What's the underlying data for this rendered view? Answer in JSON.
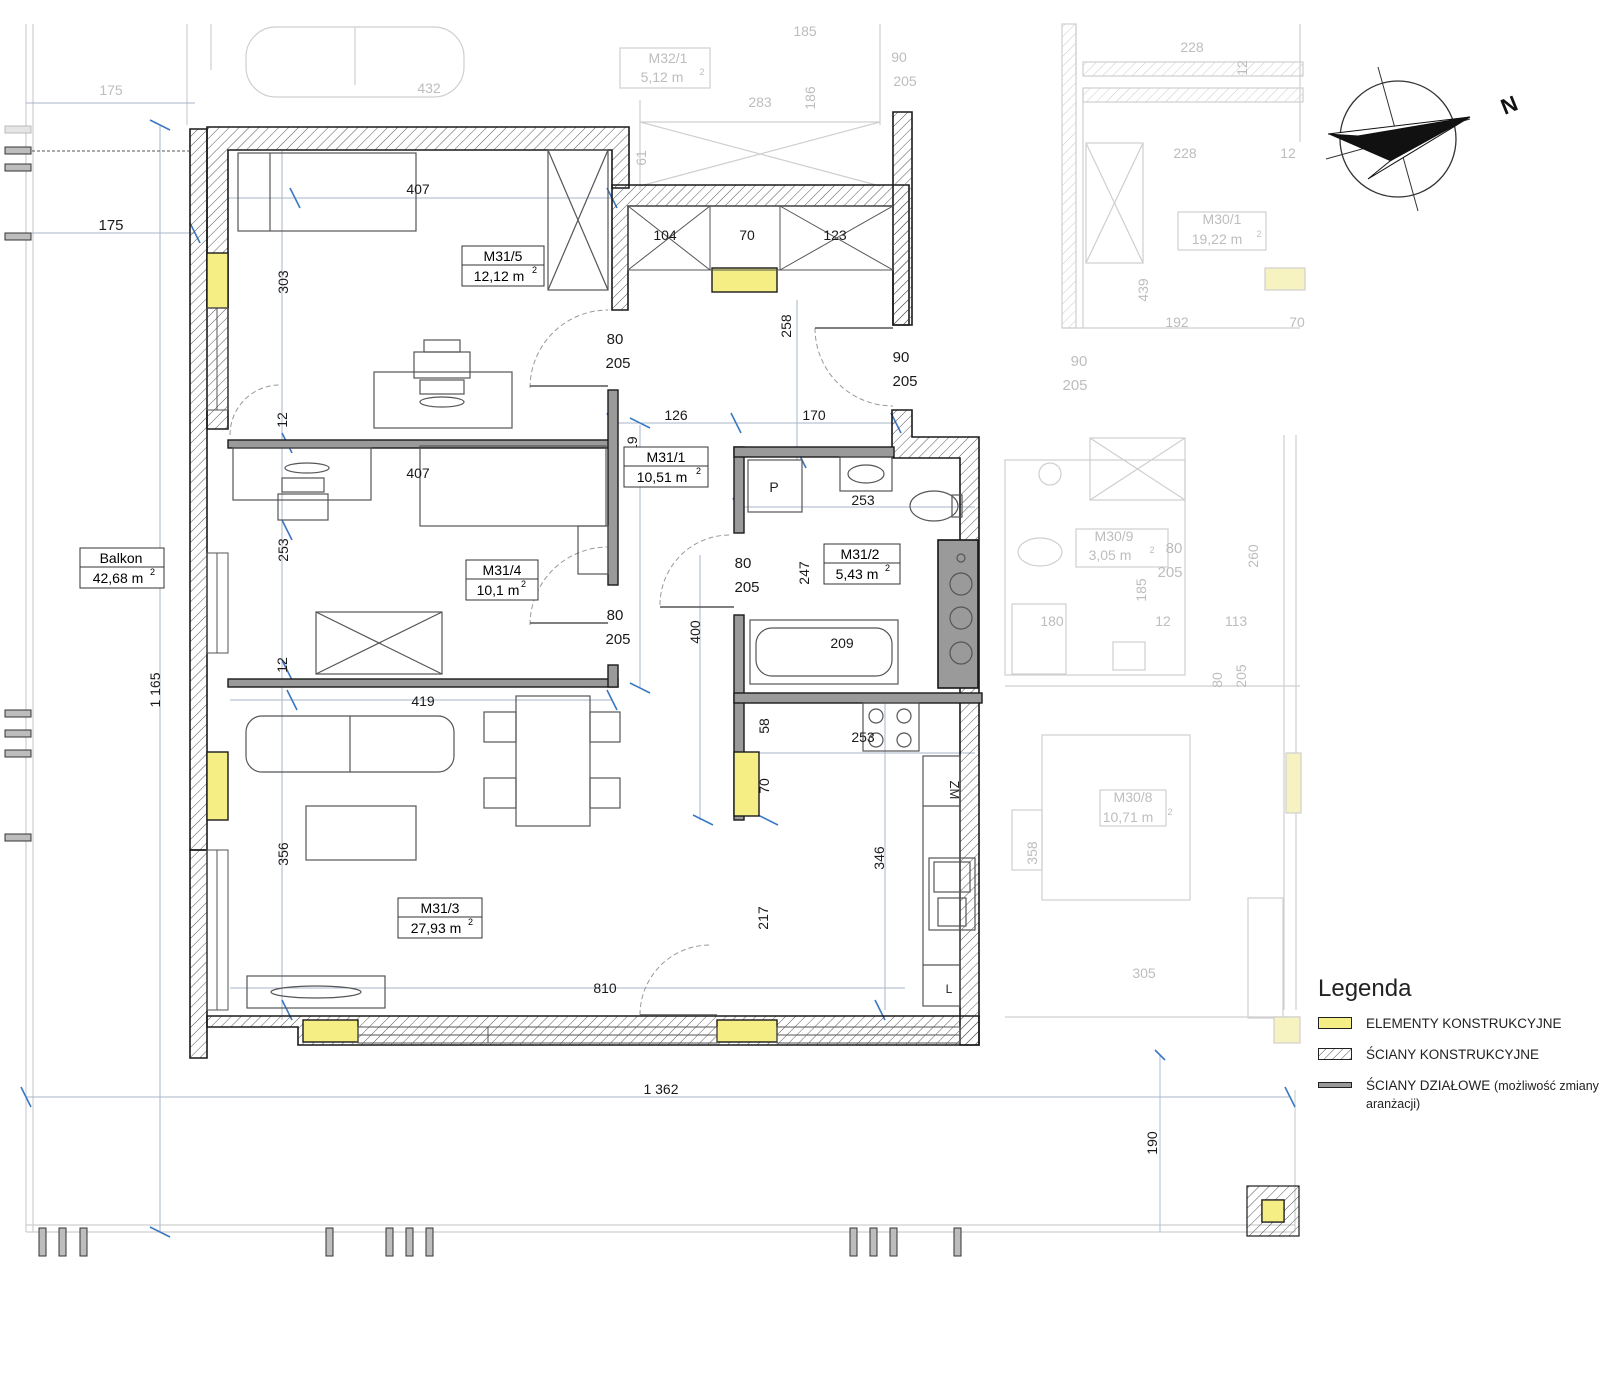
{
  "plan": {
    "north_label": "N",
    "rooms": [
      {
        "id": "M31/1",
        "area": "10,51 m",
        "unit_exp": "2"
      },
      {
        "id": "M31/2",
        "area": "5,43 m",
        "unit_exp": "2"
      },
      {
        "id": "M31/3",
        "area": "27,93 m",
        "unit_exp": "2"
      },
      {
        "id": "M31/4",
        "area": "10,1 m",
        "unit_exp": "2"
      },
      {
        "id": "M31/5",
        "area": "12,12 m",
        "unit_exp": "2"
      },
      {
        "id": "Balkon",
        "area": "42,68 m",
        "unit_exp": "2"
      }
    ],
    "neighbor_rooms": [
      {
        "id": "M32/1",
        "area": "5,12 m",
        "unit_exp": "2"
      },
      {
        "id": "M30/1",
        "area": "19,22 m",
        "unit_exp": "2"
      },
      {
        "id": "M30/9",
        "area": "3,05 m",
        "unit_exp": "2"
      },
      {
        "id": "M30/8",
        "area": "10,71 m",
        "unit_exp": "2"
      }
    ],
    "dimensions": [
      "175",
      "175",
      "432",
      "407",
      "303",
      "80",
      "205",
      "104",
      "70",
      "123",
      "258",
      "90",
      "205",
      "126",
      "170",
      "12",
      "407",
      "253",
      "519",
      "80",
      "205",
      "253",
      "247",
      "80",
      "205",
      "400",
      "209",
      "12",
      "419",
      "58",
      "253",
      "70",
      "356",
      "346",
      "217",
      "810",
      "1 362",
      "190",
      "1 165",
      "185",
      "283",
      "186",
      "61",
      "90",
      "205",
      "228",
      "12",
      "228",
      "12",
      "192",
      "70",
      "439",
      "90",
      "205",
      "80",
      "205",
      "185",
      "180",
      "12",
      "113",
      "260",
      "80",
      "205",
      "358",
      "305"
    ],
    "appliance_labels": {
      "washer": "P",
      "fridge": "ZM",
      "dishwasher": "L"
    }
  },
  "legend": {
    "title": "Legenda",
    "items": [
      {
        "label": "ELEMENTY KONSTRUKCYJNE",
        "note": ""
      },
      {
        "label": "ŚCIANY KONSTRUKCYJNE",
        "note": ""
      },
      {
        "label": "ŚCIANY DZIAŁOWE",
        "note": "(możliwość zmiany aranżacji)"
      }
    ]
  },
  "colors": {
    "structural_fill": "#f4ee84",
    "wall_line": "#1a1a1a",
    "ghost": "#c9c9c9",
    "dimension_line": "#3b78c4"
  }
}
